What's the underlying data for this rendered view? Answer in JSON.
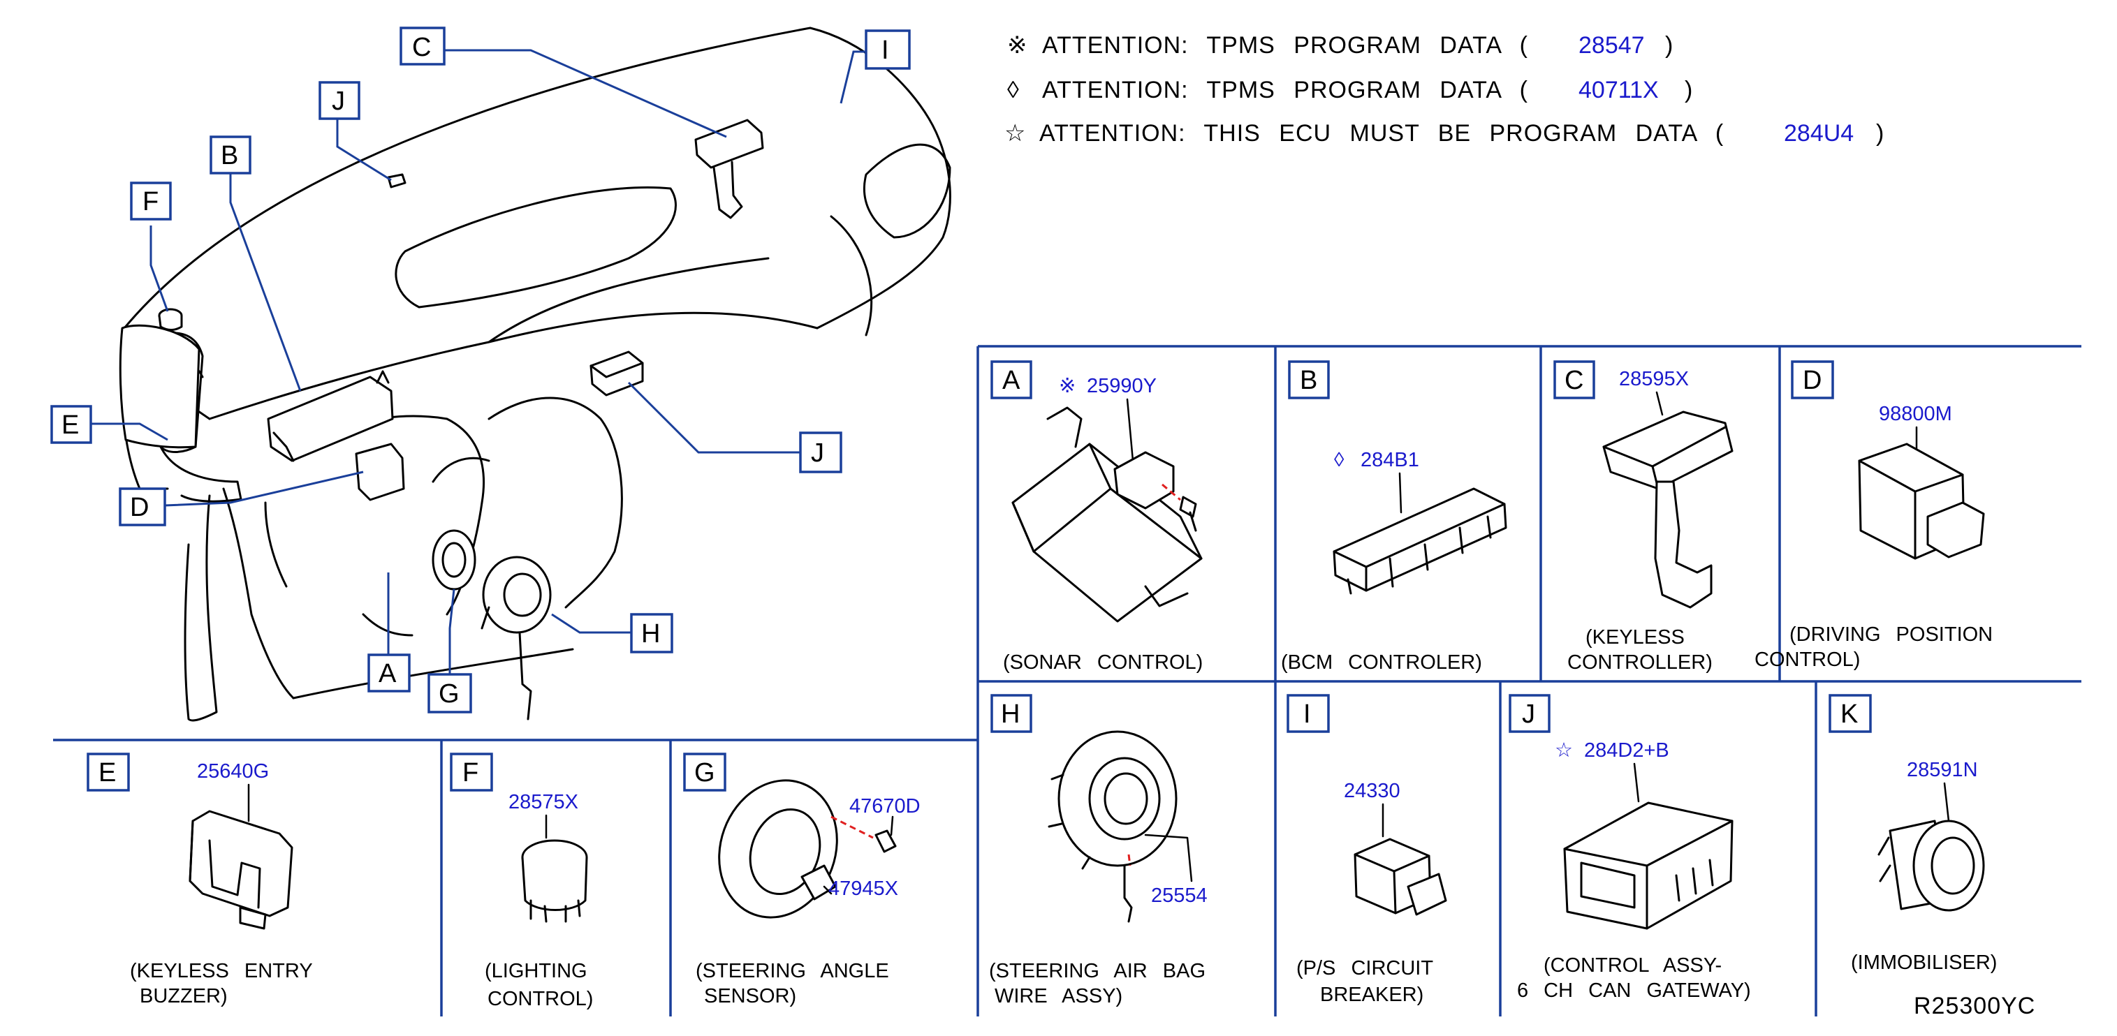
{
  "attention_notes": [
    {
      "symbol": "※",
      "text": "ATTENTION:  TPMS  PROGRAM  DATA  (",
      "code": "28547",
      "close": ")"
    },
    {
      "symbol": "◊",
      "text": "ATTENTION:  TPMS  PROGRAM  DATA  (",
      "code": "40711X",
      "close": ")"
    },
    {
      "symbol": "☆",
      "text": "ATTENTION:  THIS  ECU  MUST  BE  PROGRAM  DATA  (",
      "code": "284U4",
      "close": ")"
    }
  ],
  "callouts": [
    "A",
    "B",
    "C",
    "D",
    "E",
    "F",
    "G",
    "H",
    "I",
    "J",
    "J"
  ],
  "panels": [
    {
      "letter": "A",
      "mark": "※",
      "part_no": "25990Y",
      "caption": [
        "(SONAR  CONTROL)"
      ]
    },
    {
      "letter": "B",
      "mark": "◊",
      "part_no": "284B1",
      "caption": [
        "(BCM  CONTROLER)"
      ]
    },
    {
      "letter": "C",
      "mark": "",
      "part_no": "28595X",
      "caption": [
        "(KEYLESS",
        "CONTROLLER)"
      ]
    },
    {
      "letter": "D",
      "mark": "",
      "part_no": "98800M",
      "caption": [
        "(DRIVING  POSITION",
        "CONTROL)"
      ]
    },
    {
      "letter": "E",
      "mark": "",
      "part_no": "25640G",
      "caption": [
        "(KEYLESS  ENTRY",
        "BUZZER)"
      ]
    },
    {
      "letter": "F",
      "mark": "",
      "part_no": "28575X",
      "caption": [
        "(LIGHTING",
        "CONTROL)"
      ]
    },
    {
      "letter": "G",
      "mark": "",
      "part_no": "47670D",
      "part_no_2": "47945X",
      "caption": [
        "(STEERING  ANGLE",
        "SENSOR)"
      ]
    },
    {
      "letter": "H",
      "mark": "",
      "part_no": "25554",
      "caption": [
        "(STEERING  AIR  BAG",
        "WIRE  ASSY)"
      ]
    },
    {
      "letter": "I",
      "mark": "",
      "part_no": "24330",
      "caption": [
        "(P/S  CIRCUIT",
        "BREAKER)"
      ]
    },
    {
      "letter": "J",
      "mark": "☆",
      "part_no": "284D2+B",
      "caption": [
        "(CONTROL  ASSY-",
        "6  CH  CAN  GATEWAY)"
      ]
    },
    {
      "letter": "K",
      "mark": "",
      "part_no": "28591N",
      "caption": [
        "(IMMOBILISER)"
      ]
    }
  ],
  "reference_code": "R25300YC",
  "colors": {
    "accent": "#1a3f9a",
    "part_number": "#1a1acc",
    "hardware_guide": "#e02020"
  }
}
